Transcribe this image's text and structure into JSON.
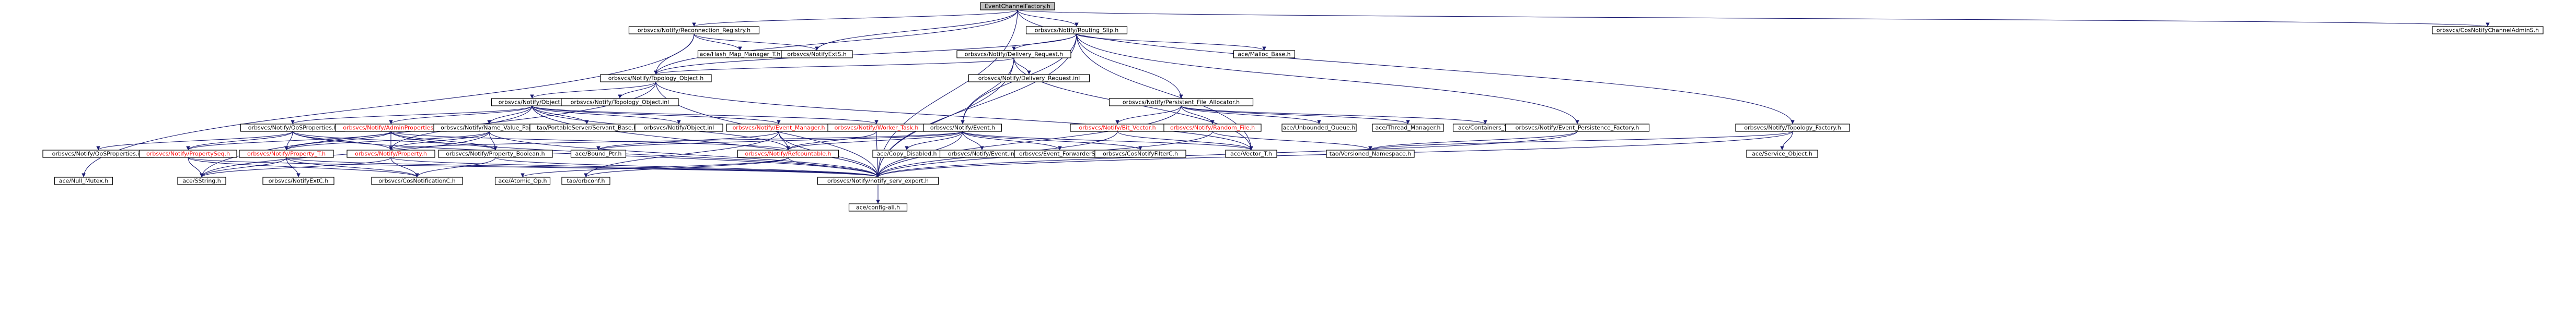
{
  "colors": {
    "background": "#ffffff",
    "node_fill": "#ffffff",
    "root_fill": "#bfbfbf",
    "node_border": "#000000",
    "node_text": "#000000",
    "edge": "#191970",
    "highlight_text": "#ff0000"
  },
  "diagram": {
    "nodes": [
      {
        "id": "root",
        "label": "EventChannelFactory.h",
        "root": true
      },
      {
        "id": "reconn",
        "label": "orbsvcs/Notify/Reconnection_Registry.h"
      },
      {
        "id": "routing",
        "label": "orbsvcs/Notify/Routing_Slip.h"
      },
      {
        "id": "cosnotify",
        "label": "orbsvcs/CosNotifyChannelAdminS.h"
      },
      {
        "id": "hashmap",
        "label": "ace/Hash_Map_Manager_T.h"
      },
      {
        "id": "notifyextS",
        "label": "orbsvcs/NotifyExtS.h"
      },
      {
        "id": "delivreq",
        "label": "orbsvcs/Notify/Delivery_Request.h"
      },
      {
        "id": "malloc",
        "label": "ace/Malloc_Base.h"
      },
      {
        "id": "topo",
        "label": "orbsvcs/Notify/Topology_Object.h"
      },
      {
        "id": "delivinl",
        "label": "orbsvcs/Notify/Delivery_Request.inl"
      },
      {
        "id": "object",
        "label": "orbsvcs/Notify/Object.h"
      },
      {
        "id": "topoinl",
        "label": "orbsvcs/Notify/Topology_Object.inl"
      },
      {
        "id": "pfa",
        "label": "orbsvcs/Notify/Persistent_File_Allocator.h"
      },
      {
        "id": "qos",
        "label": "orbsvcs/Notify/QoSProperties.h"
      },
      {
        "id": "admin",
        "label": "orbsvcs/Notify/AdminProperties.h",
        "highlight": true
      },
      {
        "id": "nvpair",
        "label": "orbsvcs/Notify/Name_Value_Pair.h"
      },
      {
        "id": "portable",
        "label": "tao/PortableServer/Servant_Base.h"
      },
      {
        "id": "objinl",
        "label": "orbsvcs/Notify/Object.inl"
      },
      {
        "id": "evtmgr",
        "label": "orbsvcs/Notify/Event_Manager.h",
        "highlight": true
      },
      {
        "id": "worker",
        "label": "orbsvcs/Notify/Worker_Task.h",
        "highlight": true
      },
      {
        "id": "event",
        "label": "orbsvcs/Notify/Event.h"
      },
      {
        "id": "bitvec",
        "label": "orbsvcs/Notify/Bit_Vector.h",
        "highlight": true
      },
      {
        "id": "randfile",
        "label": "orbsvcs/Notify/Random_File.h",
        "highlight": true
      },
      {
        "id": "unbq",
        "label": "ace/Unbounded_Queue.h"
      },
      {
        "id": "thrmgr",
        "label": "ace/Thread_Manager.h"
      },
      {
        "id": "containers",
        "label": "ace/Containers_T.h"
      },
      {
        "id": "evpers",
        "label": "orbsvcs/Notify/Event_Persistence_Factory.h"
      },
      {
        "id": "topofac",
        "label": "orbsvcs/Notify/Topology_Factory.h"
      },
      {
        "id": "qosinl",
        "label": "orbsvcs/Notify/QoSProperties.inl"
      },
      {
        "id": "propseq",
        "label": "orbsvcs/Notify/PropertySeq.h",
        "highlight": true
      },
      {
        "id": "propT",
        "label": "orbsvcs/Notify/Property_T.h",
        "highlight": true
      },
      {
        "id": "prop",
        "label": "orbsvcs/Notify/Property.h",
        "highlight": true
      },
      {
        "id": "propbool",
        "label": "orbsvcs/Notify/Property_Boolean.h"
      },
      {
        "id": "auto",
        "label": "ace/Bound_Ptr.h"
      },
      {
        "id": "refcount",
        "label": "orbsvcs/Notify/Refcountable.h",
        "highlight": true
      },
      {
        "id": "copydis",
        "label": "ace/Copy_Disabled.h"
      },
      {
        "id": "eventinl",
        "label": "orbsvcs/Notify/Event.inl"
      },
      {
        "id": "evfwd",
        "label": "orbsvcs/Event_ForwarderS.h"
      },
      {
        "id": "cosfilter",
        "label": "orbsvcs/CosNotifyFilterC.h"
      },
      {
        "id": "vector",
        "label": "ace/Vector_T.h"
      },
      {
        "id": "versns",
        "label": "tao/Versioned_Namespace.h"
      },
      {
        "id": "svcobj",
        "label": "ace/Service_Object.h"
      },
      {
        "id": "nullmutex",
        "label": "ace/Null_Mutex.h"
      },
      {
        "id": "sstring",
        "label": "ace/SString.h"
      },
      {
        "id": "notifyextC",
        "label": "orbsvcs/NotifyExtC.h"
      },
      {
        "id": "cosnotifC",
        "label": "orbsvcs/CosNotificationC.h"
      },
      {
        "id": "atomic",
        "label": "ace/Atomic_Op.h"
      },
      {
        "id": "orbconf",
        "label": "tao/orbconf.h"
      },
      {
        "id": "export",
        "label": "orbsvcs/Notify/notify_serv_export.h"
      },
      {
        "id": "configall",
        "label": "ace/config-all.h"
      }
    ]
  }
}
